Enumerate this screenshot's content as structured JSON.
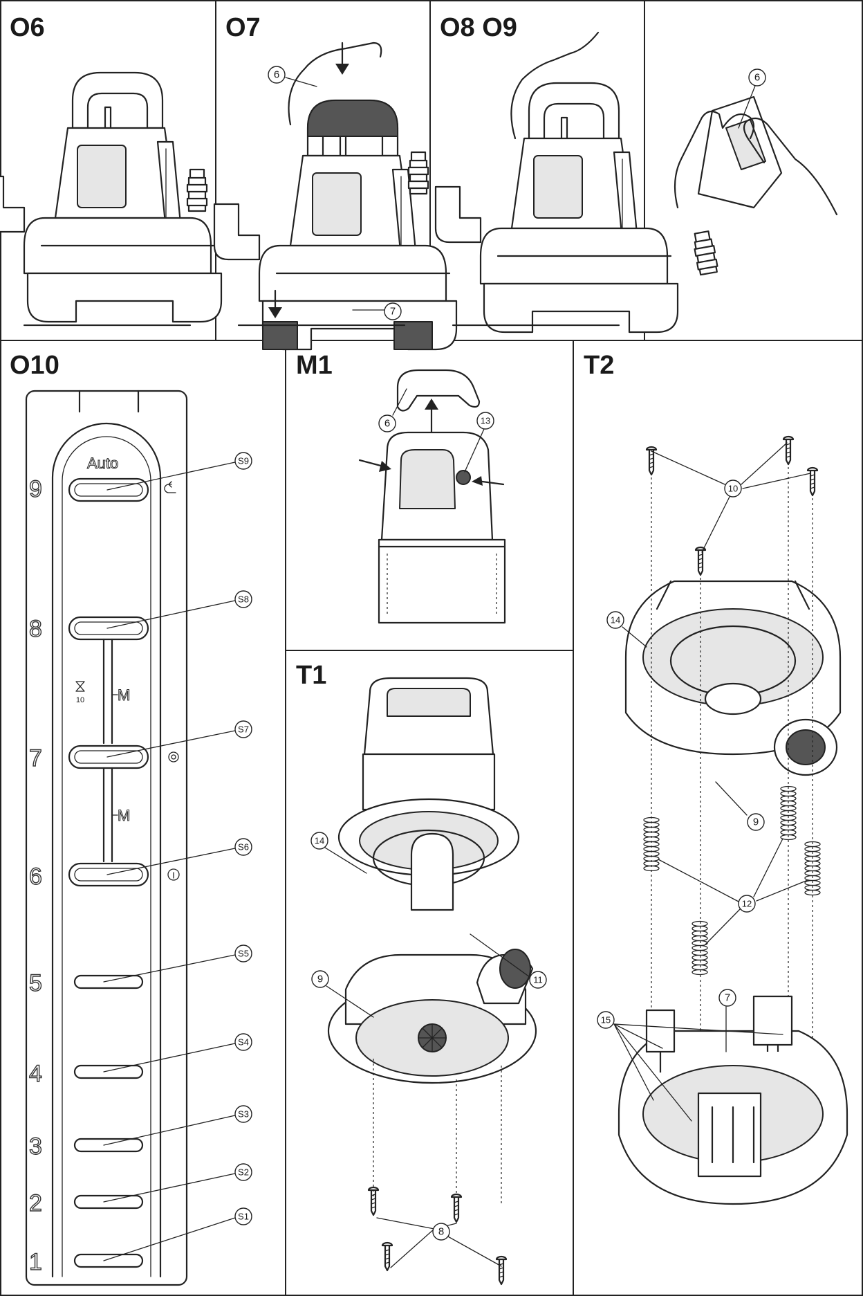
{
  "panels": {
    "o6": {
      "title": "O6"
    },
    "o7": {
      "title": "O7",
      "callouts": [
        "6",
        "7"
      ]
    },
    "o8": {
      "title": "O8 O9"
    },
    "p4": {
      "callouts": [
        "6"
      ]
    },
    "o10": {
      "title": "O10",
      "auto_label": "Auto",
      "m_label": "M",
      "timer_label": "10",
      "scale_numbers": [
        "9",
        "8",
        "7",
        "6",
        "5",
        "4",
        "3",
        "2",
        "1"
      ],
      "sensors": [
        "S9",
        "S8",
        "S7",
        "S6",
        "S5",
        "S4",
        "S3",
        "S2",
        "S1"
      ]
    },
    "m1": {
      "title": "M1",
      "callouts": [
        "6",
        "13"
      ]
    },
    "t1": {
      "title": "T1",
      "callouts": [
        "14",
        "9",
        "11",
        "8"
      ]
    },
    "t2": {
      "title": "T2",
      "callouts": [
        "10",
        "14",
        "9",
        "12",
        "7",
        "15"
      ]
    }
  }
}
